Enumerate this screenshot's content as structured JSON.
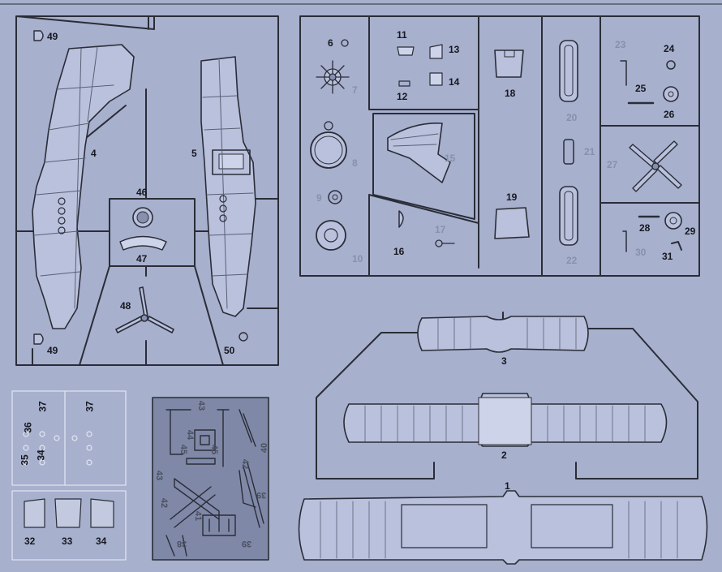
{
  "sheet": {
    "colors": {
      "paper": "#a7b0cd",
      "line": "#2a2d38",
      "part_fill": "#b9c1dc",
      "shade": "#cdd3e8",
      "label_dark": "#16181f",
      "label_grey": "#8791ae"
    },
    "parts": {
      "p1": "1",
      "p2": "2",
      "p3": "3",
      "p4": "4",
      "p5": "5",
      "p6": "6",
      "p7": "7",
      "p8": "8",
      "p9": "9",
      "p10": "10",
      "p11": "11",
      "p12": "12",
      "p13": "13",
      "p14": "14",
      "p15": "15",
      "p16": "16",
      "p17": "17",
      "p18": "18",
      "p19": "19",
      "p20": "20",
      "p21": "21",
      "p22": "22",
      "p23": "23",
      "p24": "24",
      "p25": "25",
      "p26": "26",
      "p27": "27",
      "p28": "28",
      "p29": "29",
      "p30": "30",
      "p31": "31",
      "p32": "32",
      "p33": "33",
      "p34": "34",
      "p35": "35",
      "p36": "36",
      "p37": "37",
      "p38": "38",
      "p39": "39",
      "p40": "40",
      "p41": "41",
      "p42": "42",
      "p43": "43",
      "p44": "44",
      "p45": "45",
      "p46": "46",
      "p47": "47",
      "p48": "48",
      "p49": "49",
      "p50": "50"
    }
  }
}
